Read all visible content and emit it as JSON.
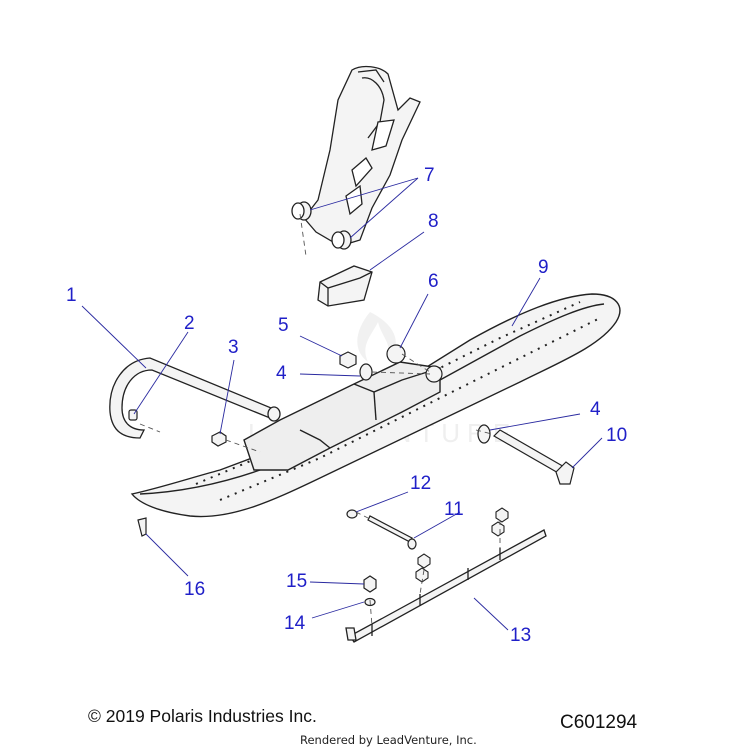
{
  "callouts": [
    "1",
    "2",
    "3",
    "4",
    "4",
    "5",
    "6",
    "7",
    "8",
    "9",
    "10",
    "11",
    "12",
    "13",
    "14",
    "15",
    "16"
  ],
  "footer": {
    "copyright": "© 2019 Polaris Industries Inc.",
    "diagram_id": "C601294",
    "render_credit": "Rendered by LeadVenture, Inc."
  },
  "watermark": "LEADVENTURE",
  "colors": {
    "callout": "#2020c8",
    "line_art": "#222222",
    "part_fill": "#f4f4f4",
    "watermark": "#e4e4e4"
  }
}
